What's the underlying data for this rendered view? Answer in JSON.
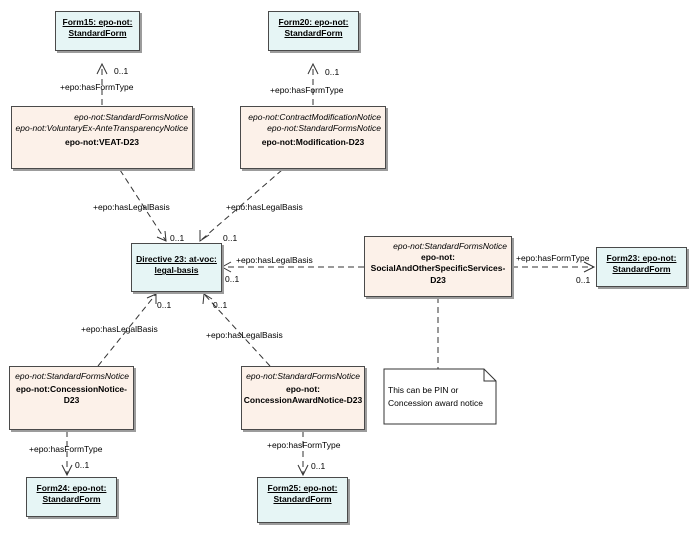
{
  "nodes": {
    "form15": {
      "line1": "Form15: epo-not:",
      "line2": "StandardForm"
    },
    "form20": {
      "line1": "Form20: epo-not:",
      "line2": "StandardForm"
    },
    "form23": {
      "line1": "Form23: epo-not:",
      "line2": "StandardForm"
    },
    "form24": {
      "line1": "Form24: epo-not:",
      "line2": "StandardForm"
    },
    "form25": {
      "line1": "Form25: epo-not:",
      "line2": "StandardForm"
    },
    "directive": {
      "line1": "Directive 23: at-voc:",
      "line2": "legal-basis"
    },
    "veat": {
      "stereo1": "epo-not:StandardFormsNotice",
      "stereo2": "epo-not:VoluntaryEx-AnteTransparencyNotice",
      "name": "epo-not:VEAT-D23"
    },
    "modification": {
      "stereo1": "epo-not:ContractModificationNotice",
      "stereo2": "epo-not:StandardFormsNotice",
      "name": "epo-not:Modification-D23"
    },
    "social": {
      "stereo1": "epo-not:StandardFormsNotice",
      "name1": "epo-not:",
      "name2": "SocialAndOtherSpecificServices-",
      "name3": "D23"
    },
    "concession": {
      "stereo1": "epo-not:StandardFormsNotice",
      "name1": "epo-not:ConcessionNotice-",
      "name2": "D23"
    },
    "award": {
      "stereo1": "epo-not:StandardFormsNotice",
      "name1": "epo-not:",
      "name2": "ConcessionAwardNotice-D23"
    }
  },
  "note": {
    "line1": "This can be PIN or",
    "line2": "Concession award notice"
  },
  "edge_labels": {
    "has_form_type": "+epo:hasFormType",
    "has_legal_basis": "+epo:hasLegalBasis",
    "multiplicity": "0..1"
  }
}
